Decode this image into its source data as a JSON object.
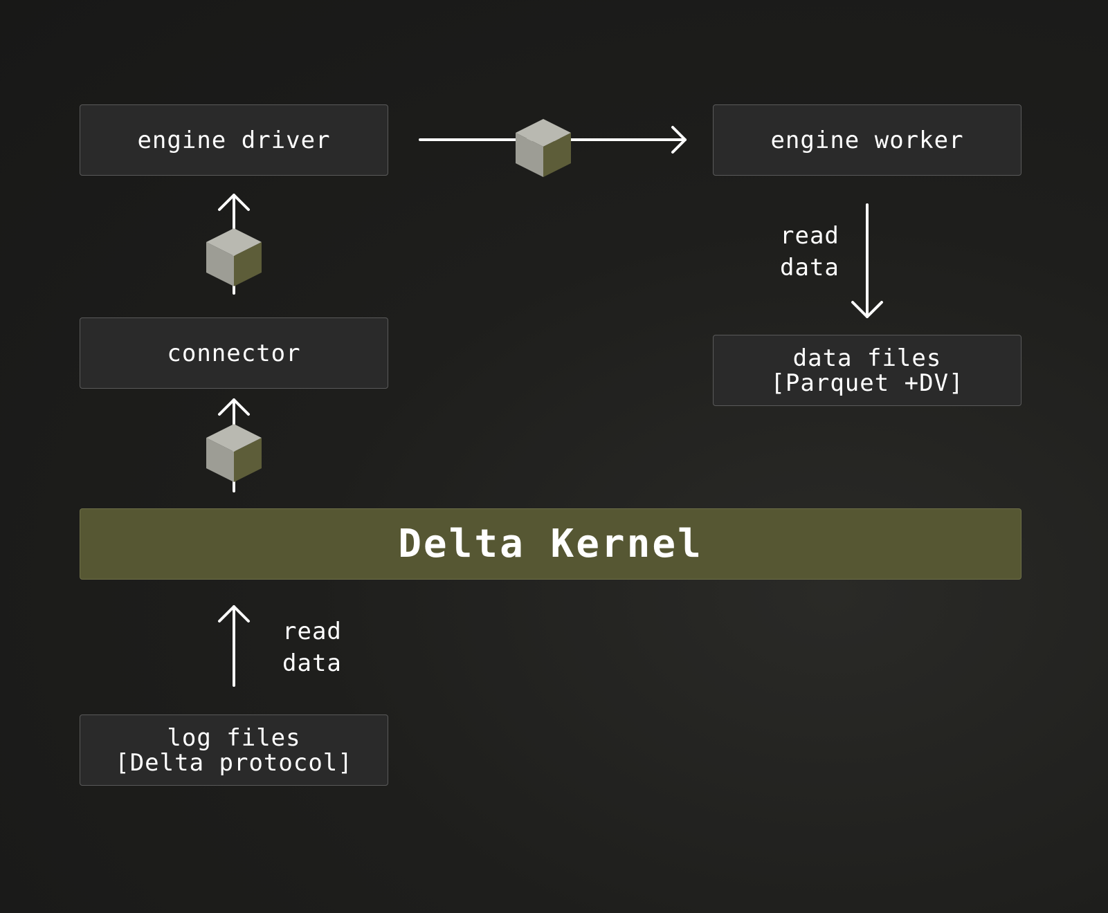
{
  "nodes": {
    "engine_driver": "engine driver",
    "engine_worker": "engine worker",
    "connector": "connector",
    "data_files": {
      "line1": "data files",
      "line2": "[Parquet +DV]"
    },
    "log_files": {
      "line1": "log files",
      "line2": "[Delta protocol]"
    },
    "delta_kernel": "Delta Kernel"
  },
  "edge_labels": {
    "worker_to_data_files": {
      "line1": "read",
      "line2": "data"
    },
    "log_files_to_kernel": {
      "line1": "read",
      "line2": "data"
    }
  },
  "colors": {
    "background": "#1e1e1c",
    "node_fill": "#2a2a2a",
    "kernel_fill": "#565733",
    "arrow": "#ffffff",
    "cube_top": "#b8b8b0",
    "cube_left": "#9c9c94",
    "cube_right": "#5c5c38"
  }
}
